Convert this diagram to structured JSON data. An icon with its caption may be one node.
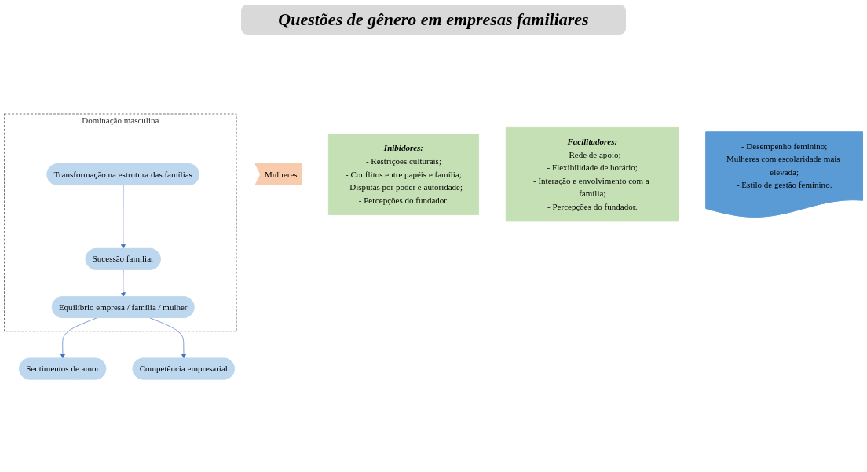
{
  "diagram": {
    "title": "Questões de gênero em empresas familiares",
    "nodes": [
      {
        "text": [
          "Dominação masculina"
        ]
      },
      {
        "text": [
          "Transformação na estrutura das famílias"
        ],
        "in": 0
      },
      {
        "text": [
          "Sucessão familiar"
        ],
        "in": 0
      },
      {
        "text": [
          "Equilíbrio empresa / família / mulher"
        ],
        "in": 0
      },
      {
        "text": [
          "Mulheres"
        ]
      },
      {
        "text": [
          "Inibidores:",
          "- Restrições culturais;",
          "- Conflitos entre papéis e família;",
          "- Disputas por poder e autoridade;",
          "- Percepções do fundador."
        ]
      },
      {
        "text": [
          "Facilitadores:",
          "- Rede de apoio;",
          "- Flexibilidade de horário;",
          "- Interação e envolvimento com a família;",
          "- Percepções do fundador."
        ]
      },
      {
        "text": [
          "Sentimentos de amor"
        ]
      },
      {
        "text": [
          "Competência empresarial"
        ]
      },
      {
        "text": [
          "- Desempenho feminino;",
          "Mulheres com escolaridade mais elevada;",
          "- Estilo de gestão feminino."
        ]
      }
    ],
    "edges": [
      {
        "from": 1,
        "to": 2,
        "arrow": "to"
      },
      {
        "from": 2,
        "to": 3,
        "arrow": "to"
      },
      {
        "from": 3,
        "to": 7,
        "arrow": "to"
      },
      {
        "from": 3,
        "to": 8,
        "arrow": "to"
      }
    ]
  }
}
